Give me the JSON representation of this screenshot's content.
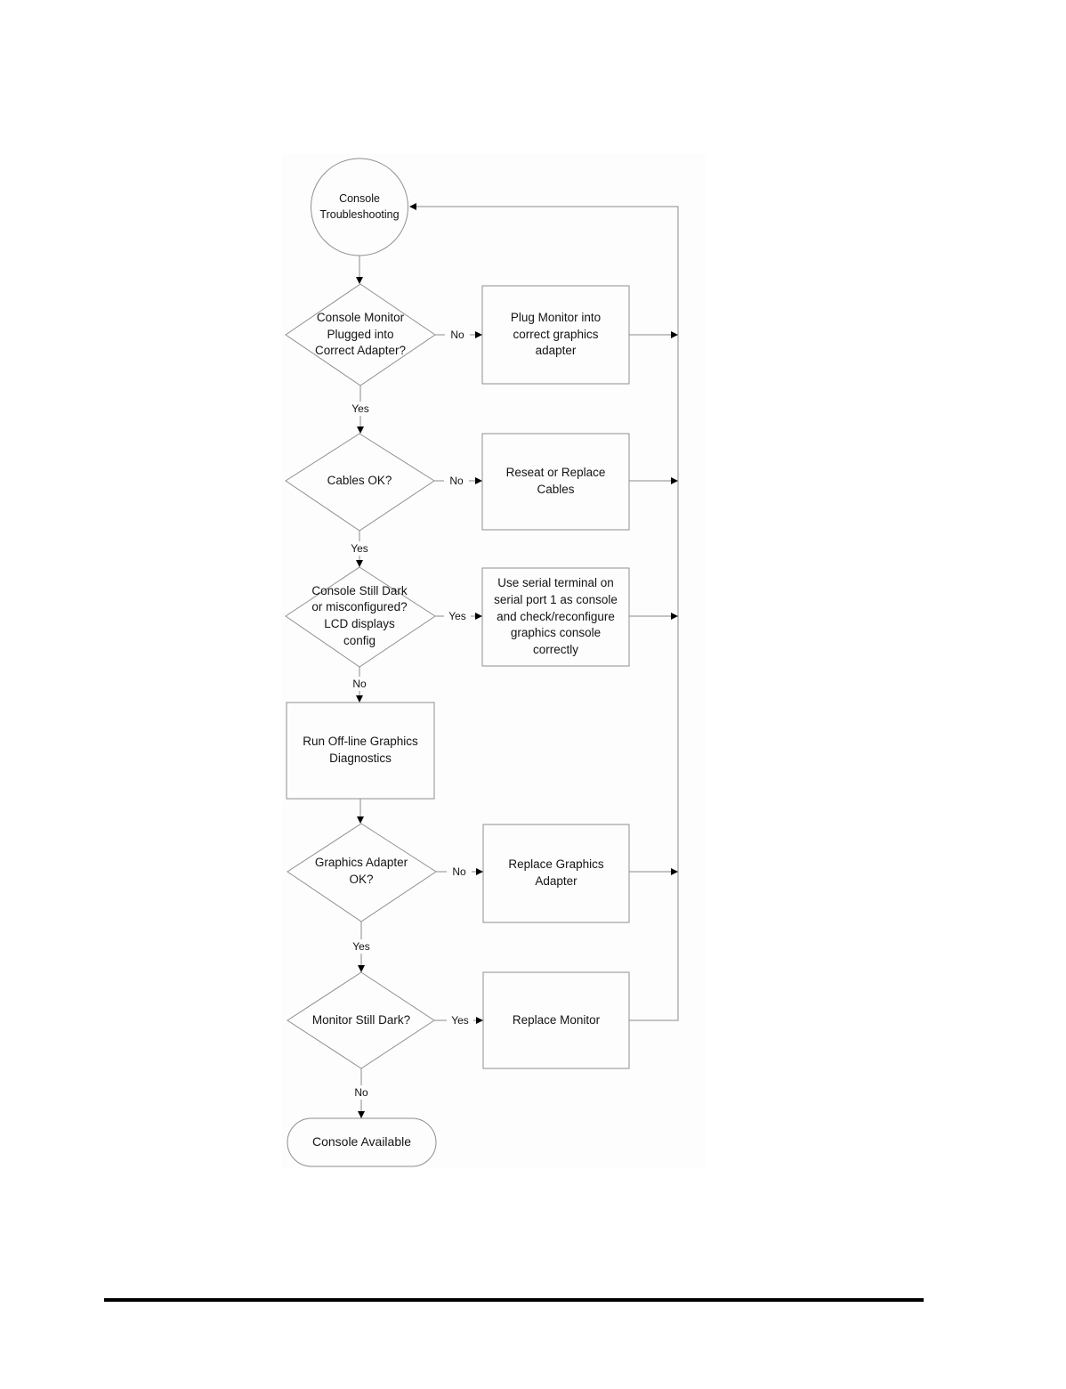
{
  "flowchart": {
    "start_label": "Console\nTroubleshooting",
    "nodes": {
      "d1": "Console Monitor\nPlugged into\nCorrect Adapter?",
      "b1": "Plug Monitor into\ncorrect graphics\nadapter",
      "d2": "Cables OK?",
      "b2": "Reseat or Replace\nCables",
      "d3": "Console Still Dark\nor misconfigured?\nLCD displays\nconfig",
      "b3": "Use serial terminal on\nserial port 1 as console\nand check/reconfigure\ngraphics console\ncorrectly",
      "b4": "Run Off-line Graphics\nDiagnostics",
      "d4": "Graphics Adapter\nOK?",
      "b5": "Replace Graphics\nAdapter",
      "d5": "Monitor Still Dark?",
      "b6": "Replace Monitor",
      "end": "Console Available"
    },
    "edge_labels": {
      "d1_no": "No",
      "d1_yes": "Yes",
      "d2_no": "No",
      "d2_yes": "Yes",
      "d3_yes": "Yes",
      "d3_no": "No",
      "d4_no": "No",
      "d4_yes": "Yes",
      "d5_yes": "Yes",
      "d5_no": "No"
    },
    "colors": {
      "shape_stroke": "#909090",
      "connector": "#8c8c8c",
      "arrowhead": "#000000",
      "diagram_background": "#fdfdfd",
      "text": "#141414",
      "footer_rule": "#000000"
    }
  }
}
